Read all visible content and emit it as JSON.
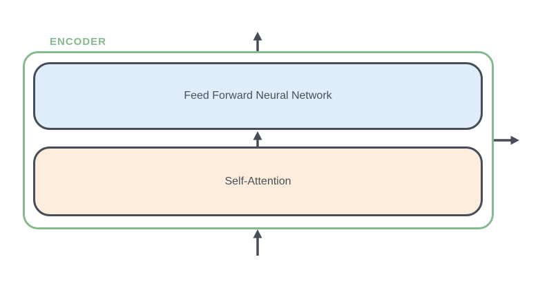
{
  "encoder": {
    "label": "ENCODER",
    "blocks": [
      {
        "id": "feed-forward",
        "label": "Feed Forward Neural Network"
      },
      {
        "id": "self-attention",
        "label": "Self-Attention"
      }
    ]
  },
  "arrows": [
    {
      "name": "encoder-input-arrow",
      "direction": "up",
      "from": "below encoder",
      "to": "encoder bottom edge"
    },
    {
      "name": "self-attention-to-ffn-arrow",
      "direction": "up",
      "from": "Self-Attention",
      "to": "Feed Forward Neural Network"
    },
    {
      "name": "encoder-top-output-arrow",
      "direction": "up",
      "from": "encoder top edge",
      "to": "above encoder"
    },
    {
      "name": "encoder-right-output-arrow",
      "direction": "right",
      "from": "encoder right edge",
      "to": "right of encoder"
    }
  ],
  "colors": {
    "green": "#85bb8c",
    "dark": "#474d59",
    "text-dark": "#4a4f5a",
    "ffn-fill": "#e0edfb",
    "sa-fill": "#fdeddc",
    "bg": "#ffffff"
  }
}
